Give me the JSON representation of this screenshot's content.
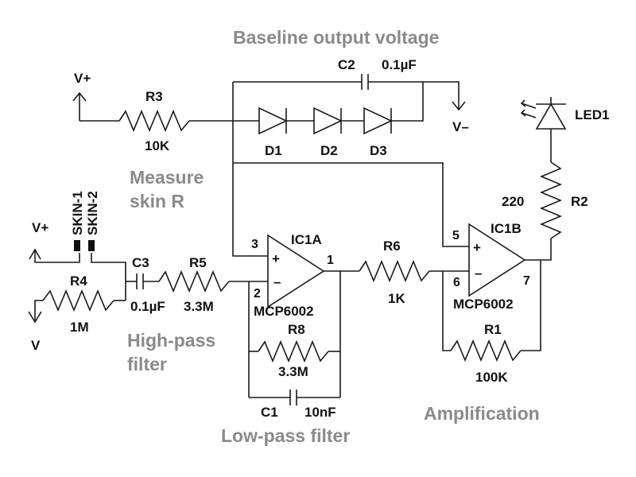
{
  "sections": {
    "baseline": "Baseline output voltage",
    "measure_line1": "Measure",
    "measure_line2": "skin R",
    "highpass_line1": "High-pass",
    "highpass_line2": "filter",
    "lowpass": "Low-pass filter",
    "amplification": "Amplification"
  },
  "rails": {
    "vplus_top": "V+",
    "vplus_left": "V+",
    "vminus": "V–",
    "v_bottom": "V"
  },
  "electrodes": {
    "skin1": "SKIN-1",
    "skin2": "SKIN-2"
  },
  "components": {
    "R1": {
      "ref": "R1",
      "value": "100K"
    },
    "R2": {
      "ref": "R2",
      "value": "220"
    },
    "R3": {
      "ref": "R3",
      "value": "10K"
    },
    "R4": {
      "ref": "R4",
      "value": "1M"
    },
    "R5": {
      "ref": "R5",
      "value": "3.3M"
    },
    "R6": {
      "ref": "R6",
      "value": "1K"
    },
    "R8": {
      "ref": "R8",
      "value": "3.3M"
    },
    "C1": {
      "ref": "C1",
      "value": "10nF"
    },
    "C2": {
      "ref": "C2",
      "value": "0.1µF"
    },
    "C3": {
      "ref": "C3",
      "value": "0.1µF"
    },
    "D1": {
      "ref": "D1"
    },
    "D2": {
      "ref": "D2"
    },
    "D3": {
      "ref": "D3"
    },
    "LED1": {
      "ref": "LED1"
    },
    "IC1A": {
      "ref": "IC1A",
      "part": "MCP6002",
      "pin_in_plus": "3",
      "pin_in_minus": "2",
      "pin_out": "1",
      "sign_plus": "+",
      "sign_minus": "–"
    },
    "IC1B": {
      "ref": "IC1B",
      "part": "MCP6002",
      "pin_in_plus": "5",
      "pin_in_minus": "6",
      "pin_out": "7",
      "sign_plus": "+",
      "sign_minus": "–"
    }
  }
}
